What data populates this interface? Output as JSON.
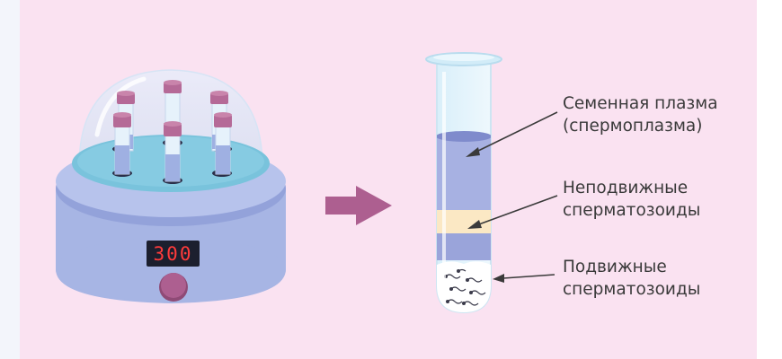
{
  "device": {
    "display": "300",
    "icon": "sample-heater-icon"
  },
  "arrow": {
    "icon": "arrow-right-icon"
  },
  "tube": {
    "icon": "centrifuge-tube-icon"
  },
  "labels": {
    "plasma_line1": "Семенная плазма",
    "plasma_line2": "(спермоплазма)",
    "immotile_line1": "Неподвижные",
    "immotile_line2": "сперматозоиды",
    "motile_line1": "Подвижные",
    "motile_line2": "сперматозоиды"
  },
  "colors": {
    "background": "#fae2f1",
    "device_body": "#a7b5e4",
    "tray": "#79c3dc",
    "tube_cap": "#b56a97",
    "knob": "#ad5f90",
    "arrow": "#ad5f90",
    "display_text": "#ff3b3b",
    "layer_plasma": "#a7b1e2",
    "layer_immotile": "#fbe8c4",
    "layer_motile": "#9aa4da",
    "callout_line": "#3a3a3a"
  }
}
